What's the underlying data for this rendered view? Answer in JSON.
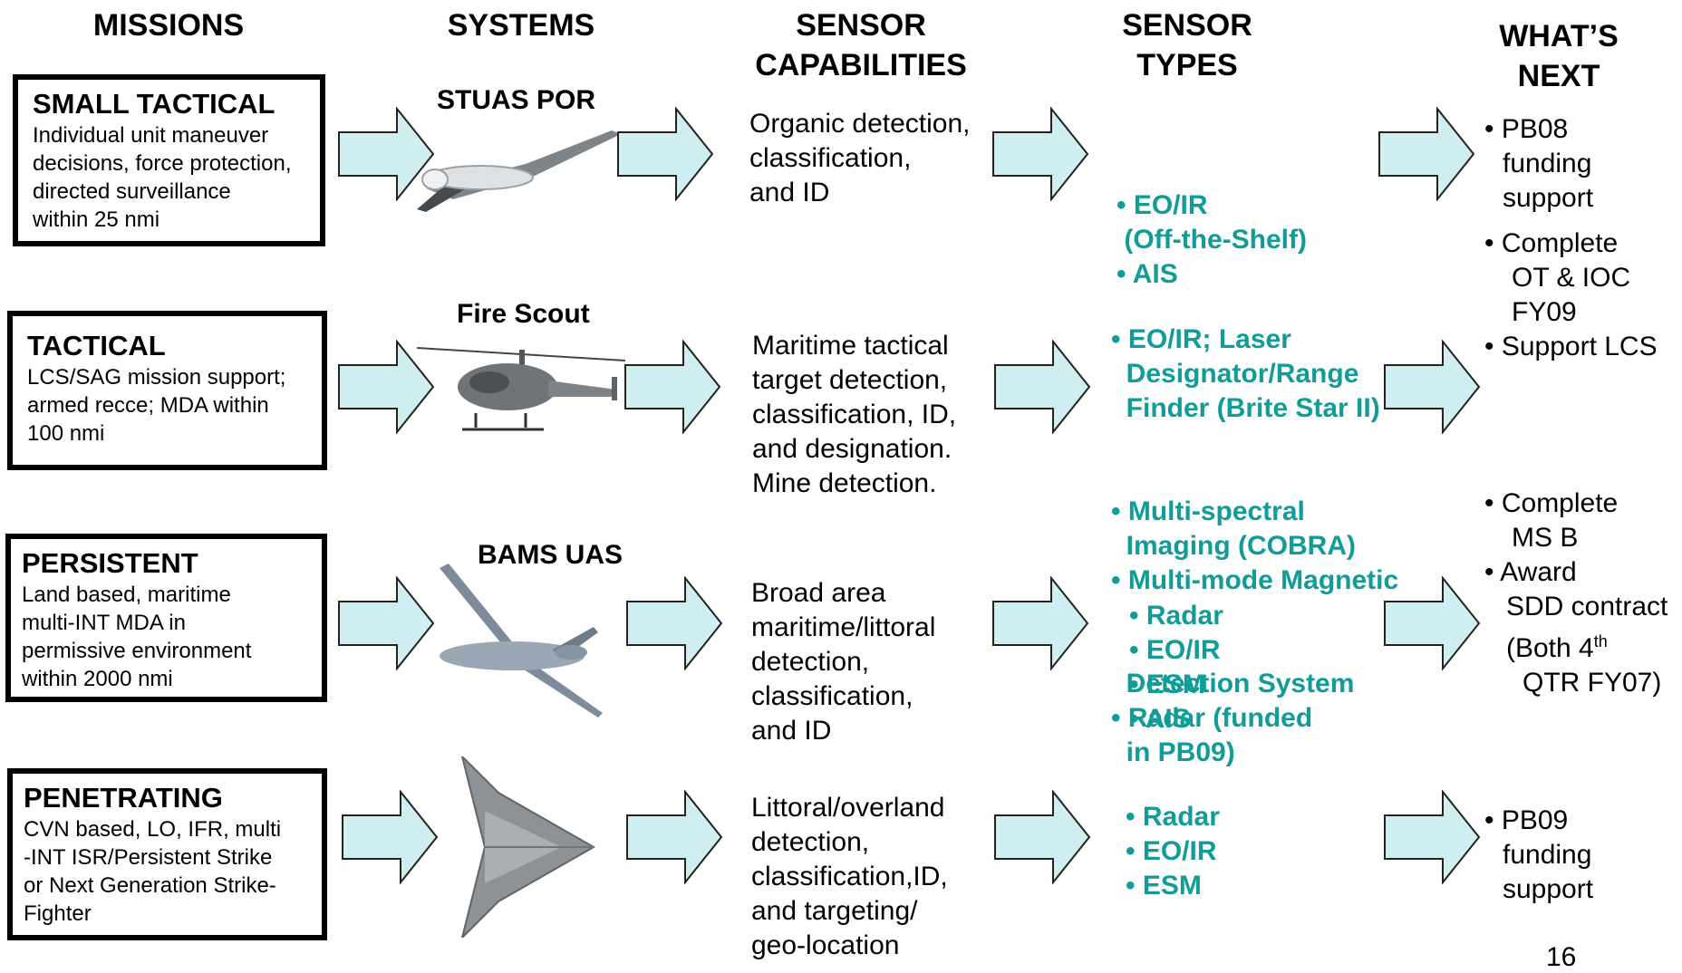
{
  "headers": {
    "missions": "MISSIONS",
    "systems": "SYSTEMS",
    "sensor_capabilities_1": "SENSOR",
    "sensor_capabilities_2": "CAPABILITIES",
    "sensor_types_1": "SENSOR",
    "sensor_types_2": "TYPES",
    "whats_next_1": "WHAT’S",
    "whats_next_2": "NEXT"
  },
  "missions": [
    {
      "title": "SMALL TACTICAL",
      "desc": [
        "Individual unit maneuver",
        "decisions, force protection,",
        "directed surveillance",
        "within 25 nmi"
      ]
    },
    {
      "title": "TACTICAL",
      "desc": [
        "LCS/SAG mission support;",
        "armed recce; MDA within",
        "100 nmi"
      ]
    },
    {
      "title": "PERSISTENT",
      "desc": [
        "Land based, maritime",
        "multi-INT MDA  in",
        "permissive environment",
        "within 2000 nmi"
      ]
    },
    {
      "title": "PENETRATING",
      "desc": [
        "CVN based, LO, IFR, multi",
        "-INT ISR/Persistent Strike",
        "or Next Generation Strike-",
        "Fighter"
      ]
    }
  ],
  "systems": [
    "STUAS POR",
    "Fire Scout",
    "BAMS UAS"
  ],
  "capabilities": [
    [
      "Organic detection,",
      "classification,",
      "and ID"
    ],
    [
      "Maritime tactical",
      "target detection,",
      "classification, ID,",
      "and designation.",
      "Mine detection."
    ],
    [
      "Broad area",
      "maritime/littoral",
      "detection,",
      "classification,",
      "and ID"
    ],
    [
      "Littoral/overland",
      "detection,",
      "classification,ID,",
      "and targeting/",
      "geo-location"
    ]
  ],
  "sensor_types": [
    [
      "• EO/IR",
      " (Off-the-Shelf)",
      "• AIS"
    ],
    [
      "• EO/IR; Laser",
      "  Designator/Range",
      "  Finder (Brite Star II)",
      "• Multi-spectral",
      "  Imaging (COBRA)",
      "• Multi-mode Magnetic",
      "  Detection System",
      "• Radar (funded",
      "  in PB09)"
    ],
    [
      "• Radar",
      "• EO/IR",
      "• ESM",
      "• AIS"
    ],
    [
      "• Radar",
      "• EO/IR",
      "• ESM"
    ]
  ],
  "whats_next": {
    "a": [
      "• PB08",
      "funding",
      "support"
    ],
    "b": [
      "• Complete",
      "OT & IOC",
      "FY09",
      "• Support LCS"
    ],
    "c": [
      "• Complete",
      "MS B",
      "• Award",
      "SDD contract",
      "(Both 4",
      "QTR FY07)"
    ],
    "c_sup": "th",
    "d": [
      "• PB09",
      "funding",
      "support"
    ]
  },
  "page_number": "16",
  "colors": {
    "arrow_fill": "#cfeef0",
    "sensor_text": "#119c98",
    "aircraft": "#8c9296"
  }
}
